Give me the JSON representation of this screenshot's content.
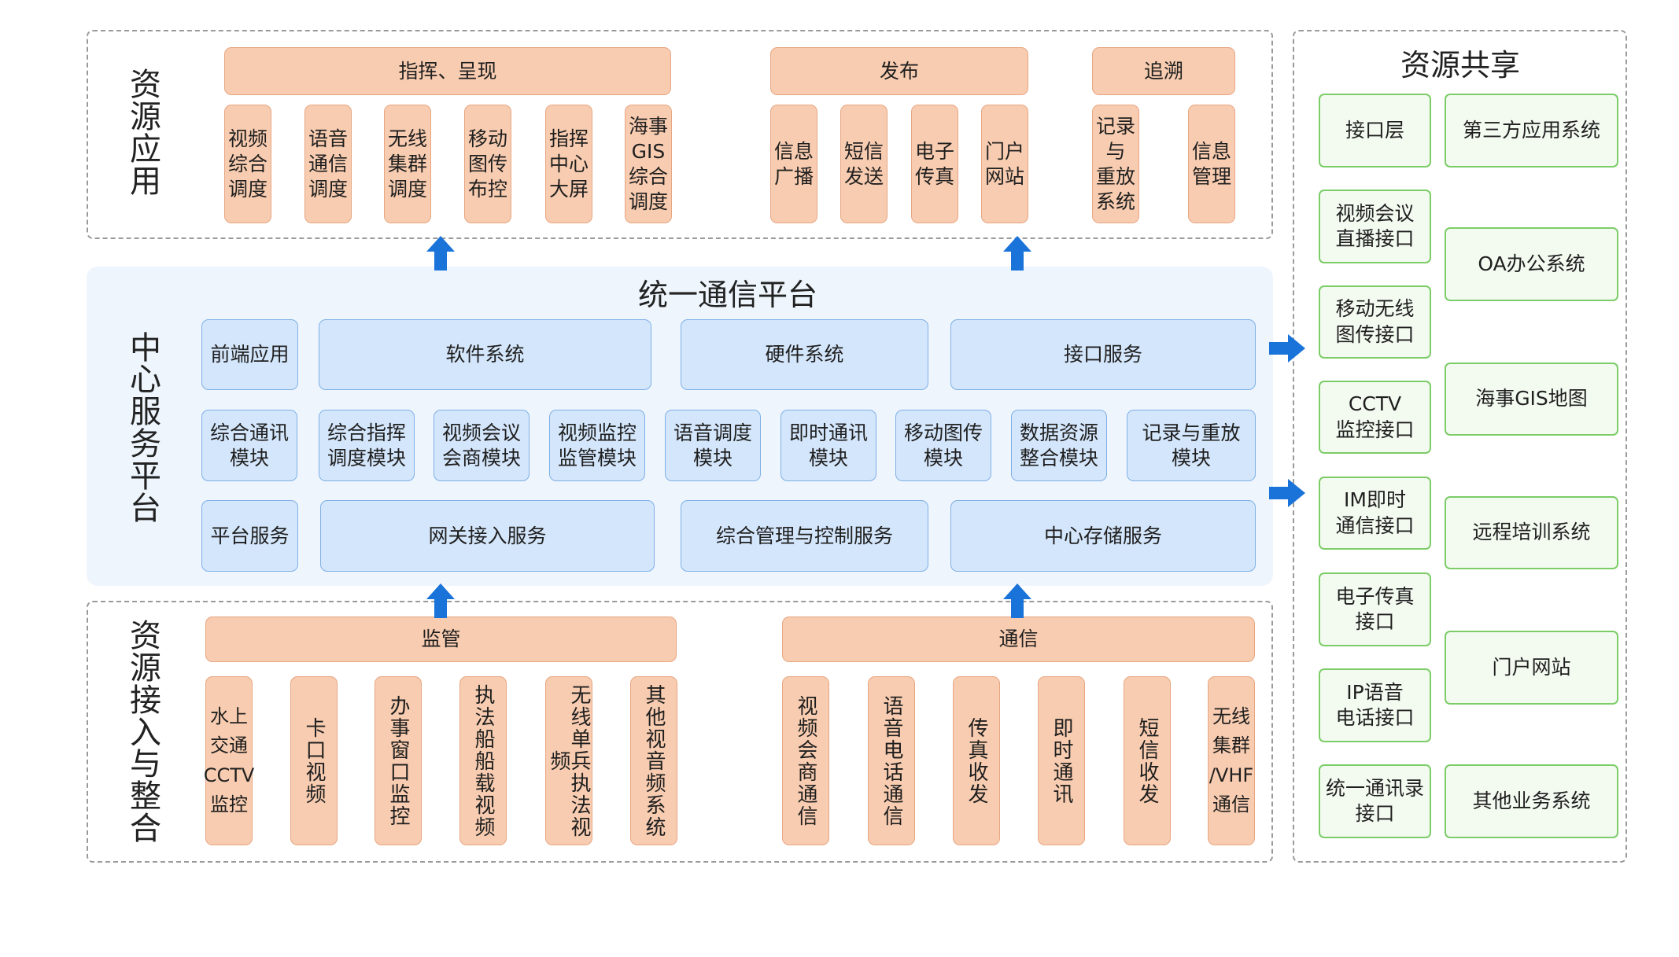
{
  "sections": {
    "apps_label": "资\n源\n应\n用",
    "center_label": "中\n心\n服\n务\n平\n台",
    "access_label": "资\n源\n接\n入\n与\n整\n合",
    "share_title": "资源共享",
    "platform_title": "统一通信平台"
  },
  "apps": {
    "groups": [
      "指挥、呈现",
      "发布",
      "追溯"
    ],
    "items": [
      "视频\n综合\n调度",
      "语音\n通信\n调度",
      "无线\n集群\n调度",
      "移动\n图传\n布控",
      "指挥\n中心\n大屏",
      "海事\nGIS\n综合\n调度",
      "信息\n广播",
      "短信\n发送",
      "电子\n传真",
      "门户\n网站",
      "记录\n与\n重放\n系统",
      "信息\n管理"
    ]
  },
  "platform": {
    "row1": [
      "前端应用",
      "软件系统",
      "硬件系统",
      "接口服务"
    ],
    "row2": [
      "综合通讯\n模块",
      "综合指挥\n调度模块",
      "视频会议\n会商模块",
      "视频监控\n监管模块",
      "语音调度\n模块",
      "即时通讯\n模块",
      "移动图传\n模块",
      "数据资源\n整合模块",
      "记录与重放\n模块"
    ],
    "row3": [
      "平台服务",
      "网关接入服务",
      "综合管理与控制服务",
      "中心存储服务"
    ]
  },
  "access": {
    "groups": [
      "监管",
      "通信"
    ],
    "items": [
      "水上\n交通\nCCTV\n监控",
      "卡口视频",
      "办事窗口监控",
      "执法船船载视频",
      "无线单兵执法视频",
      "其他视音频系统",
      "视频会商通信",
      "语音电话通信",
      "传真收发",
      "即时通讯",
      "短信收发",
      "无线\n集群\n/VHF\n通信"
    ]
  },
  "share": {
    "interfaces": [
      "接口层",
      "视频会议\n直播接口",
      "移动无线\n图传接口",
      "CCTV\n监控接口",
      "IM即时\n通信接口",
      "电子传真\n接口",
      "IP语音\n电话接口",
      "统一通讯录\n接口"
    ],
    "systems": [
      "第三方应用系统",
      "OA办公系统",
      "海事GIS地图",
      "远程培训系统",
      "门户网站",
      "其他业务系统"
    ]
  },
  "colors": {
    "peach_fill": "#f8ccb0",
    "blue_fill": "#d4e6fb",
    "green_border": "#7ccd68",
    "arrow": "#1a73d9"
  }
}
